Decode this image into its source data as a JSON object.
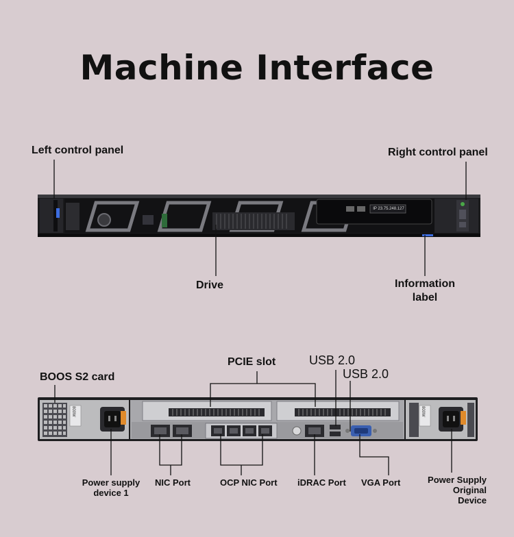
{
  "title": "Machine Interface",
  "front_labels": {
    "left_control_panel": "Left control panel",
    "right_control_panel": "Right control panel",
    "drive": "Drive",
    "information_label_line1": "Information",
    "information_label_line2": "label",
    "info_tag_text": "IP 23.75.248.127"
  },
  "rear_labels": {
    "boos_s2_card": "BOOS S2 card",
    "pcie_slot": "PCIE slot",
    "usb_a": "USB 2.0",
    "usb_b": "USB 2.0",
    "psu1_line1": "Power supply",
    "psu1_line2": "device 1",
    "nic_port": "NIC Port",
    "ocp_nic_port": "OCP NIC Port",
    "idrac_port": "iDRAC Port",
    "vga_port": "VGA Port",
    "psu2_line1": "Power Supply",
    "psu2_line2": "Original",
    "psu2_line3": "Device",
    "psu_label_text": "800W"
  },
  "colors": {
    "background": "#d8ccd0",
    "chassis_dark": "#1a1a1c",
    "chassis_silver": "#b9b9bb",
    "vga_blue": "#3a5fb0"
  }
}
